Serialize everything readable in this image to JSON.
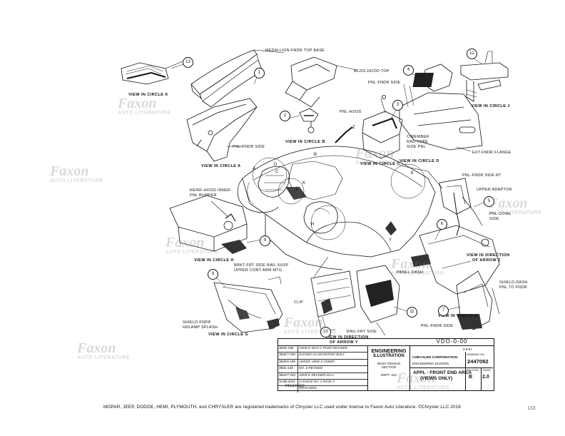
{
  "labels": {
    "medallion": "MEDALLION-FNDR TOP BASE",
    "mldg_hood_top": "MLDG-HOOD TOP",
    "pnl_fndr_side_top": "PNL-FNDR SIDE",
    "pnl_hood": "PNL-HOOD",
    "pnl_fndr_side_a": "PNL-FNDR SIDE",
    "c_member": "C/MEMBER",
    "rad_yoke": "RAD YOKE",
    "side_pnl": "SIDE PNL",
    "ext_fndr_flange": "EXT-FNDR FLANGE",
    "pnl_fndr_side_rt": "PNL-FNDR SIDE RT",
    "upper_adaptor": "UPPER ADAPTOR",
    "pnl_cowl": "PNL-COWL",
    "side": "SIDE",
    "reinf_hood_inner": "REINF-HOOD INNER",
    "pnl_bumper": "PNL BUMPER",
    "brkt_frt_side_rail": "BRKT-FRT SIDE RAIL SUSP",
    "upper_cont_arm": "UPPER CONT ARM MTG",
    "panel_dash": "PANEL-DASH",
    "clip": "CLIP",
    "shield_fndr": "SHIELD-FNDR",
    "hdlamp_splash": "HDLAMP SPLASH",
    "rail_frt_side": "RAIL-FRT SIDE",
    "shield_dash": "SHIELD-DASH",
    "pnl_to_fndr": "PNL TO FNDR",
    "pnl_fndr_side_e": "PNL-FNDR SIDE"
  },
  "views": {
    "k": "VIEW IN CIRCLE K",
    "b": "VIEW IN CIRCLE B",
    "c": "VIEW IN CIRCLE C",
    "d": "VIEW IN CIRCLE D",
    "j": "VIEW IN CIRCLE J",
    "a": "VIEW IN CIRCLE A",
    "h": "VIEW IN CIRCLE H",
    "g": "VIEW IN CIRCLE G",
    "e": "VIEW IN CIRCLE E",
    "z1": "VIEW IN DIRECTION",
    "z2": "OF ARROW Z",
    "y1": "VIEW IN DIRECTION",
    "y2": "OF ARROW Y"
  },
  "callouts": [
    "13",
    "1",
    "2",
    "4",
    "3",
    "12",
    "5",
    "6",
    "9",
    "8",
    "7",
    "10",
    "11"
  ],
  "circle_letters": [
    "A",
    "B",
    "C",
    "D",
    "E",
    "H",
    "K",
    "Z",
    "Y",
    "J"
  ],
  "watermark": {
    "name": "Faxon",
    "sub": "AUTO LITERATURE"
  },
  "title_block": {
    "drawing_code": "VDO-0-00",
    "engineering": "ENGINEERING",
    "illustration": "ILLUSTRATION",
    "body_design": "BODY DESIGN",
    "section": "SECTION",
    "dept": "DEPT. 344",
    "corp": "CHRYSLER CORPORATION",
    "division": "ENGINEERING DIVISION",
    "title_line1": "APPL - FRONT END AREA",
    "title_line2": "(VIEWS ONLY)",
    "drawing_no_label": "DRAWING NO.",
    "drawing_no": "2447082",
    "section_label": "SECTION",
    "section_val": "B",
    "page_label": "PAGE",
    "page_val": "2.0",
    "date": "2-8-67",
    "released": "RELEASED",
    "revisions": [
      {
        "no": "3B2E-298",
        "desc": "VIEW E WAS C POSN REVISED"
      },
      {
        "no": "3B2E7-036",
        "desc": "SHOWN AS MOUNTING BOLT"
      },
      {
        "no": "3B2E9-196",
        "desc": "ADDED VIEW Z ADDED"
      },
      {
        "no": "3B31-136",
        "desc": "NO. 6 REVISED"
      },
      {
        "no": "3B1E7-203",
        "desc": "VIEW E REVISED SH.1"
      },
      {
        "no": "3A4B-2041",
        "desc": "CHANGE SH. 2 PAGE 2"
      },
      {
        "no": "",
        "desc": "RELEASED"
      }
    ]
  },
  "footer": "MOPAR, JEEP, DODGE, HEMI, PLYMOUTH, and CHRYSLER are registered trademarks of Chrysler LLC used under license to Faxon Auto Literature. ©Chrysler LLC 2018",
  "page_number": "133"
}
